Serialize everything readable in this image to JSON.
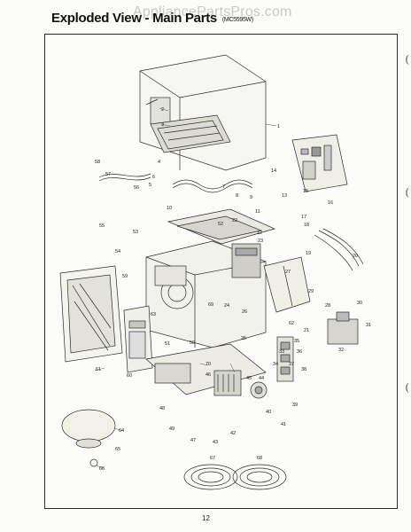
{
  "header": {
    "title": "Exploded View - Main Parts",
    "model": "(MC5595W)"
  },
  "watermark": "AppliancePartsPros.com",
  "page_number": "12",
  "callouts": [
    "1",
    "2",
    "3",
    "4",
    "5",
    "6",
    "7",
    "8",
    "9",
    "10",
    "11",
    "12",
    "13",
    "14",
    "15",
    "16",
    "17",
    "18",
    "19",
    "20",
    "21",
    "22",
    "23",
    "24",
    "25",
    "26",
    "27",
    "28",
    "29",
    "30",
    "31",
    "32",
    "33",
    "34",
    "35",
    "36",
    "37",
    "38",
    "39",
    "40",
    "41",
    "42",
    "43",
    "44",
    "45",
    "46",
    "47",
    "48",
    "49",
    "50",
    "51",
    "52",
    "53",
    "54",
    "55",
    "56",
    "57",
    "58",
    "59",
    "60",
    "61",
    "62",
    "63",
    "64",
    "65",
    "66",
    "67",
    "68",
    "69",
    "70"
  ]
}
